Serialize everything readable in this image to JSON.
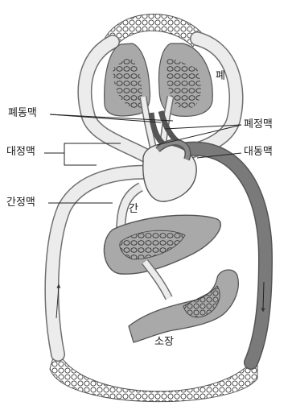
{
  "labels": {
    "lung": "폐",
    "pulmonary_artery": "폐동맥",
    "pulmonary_vein": "폐정맥",
    "vena_cava": "대정맥",
    "aorta": "대동맥",
    "hepatic_vein": "간정맥",
    "liver": "간",
    "small_intestine": "소장"
  },
  "colors": {
    "vessel_light": "#ececec",
    "vessel_outline": "#6f6f6f",
    "artery_dark": "#7a7a7a",
    "organ_fill": "#a9a9a9",
    "leader_line": "#222222"
  }
}
